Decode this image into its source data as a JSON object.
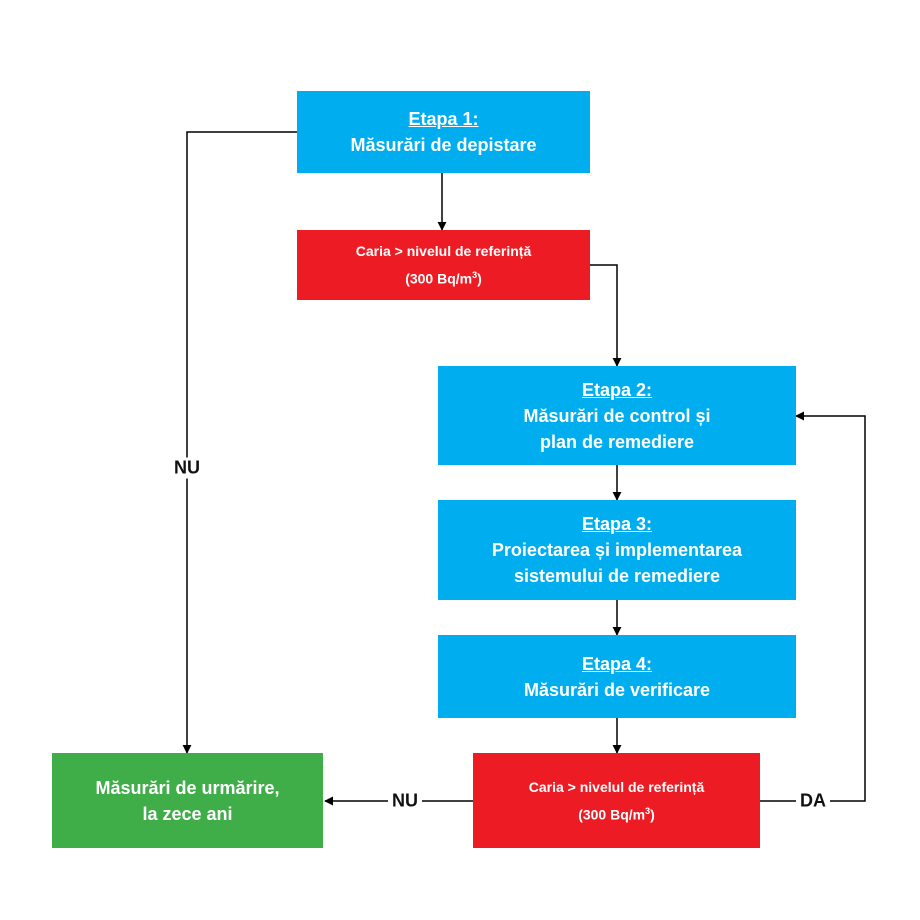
{
  "diagram": {
    "step1": {
      "title": "Etapa 1:",
      "lines": [
        "Măsurări de depistare"
      ]
    },
    "check1": {
      "text": "Caria > nivelul de referință",
      "value": "(300 Bq/m",
      "sup": "3",
      "close": ")"
    },
    "step2": {
      "title": "Etapa 2:",
      "lines": [
        "Măsurări de control și",
        "plan de remediere"
      ]
    },
    "step3": {
      "title": "Etapa 3:",
      "lines": [
        "Proiectarea și implementarea",
        "sistemului de remediere"
      ]
    },
    "step4": {
      "title": "Etapa 4:",
      "lines": [
        "Măsurări de verificare"
      ]
    },
    "check2": {
      "text": "Caria > nivelul de referință",
      "value": "(300 Bq/m",
      "sup": "3",
      "close": ")"
    },
    "followup": {
      "lines": [
        "Măsurări de urmărire,",
        "la zece ani"
      ]
    },
    "labels": {
      "no_left": "NU",
      "no_bottom": "NU",
      "yes": "DA"
    }
  },
  "colors": {
    "step": "#00aeef",
    "check": "#ed1c24",
    "followup": "#3fae49",
    "line": "#000000"
  }
}
